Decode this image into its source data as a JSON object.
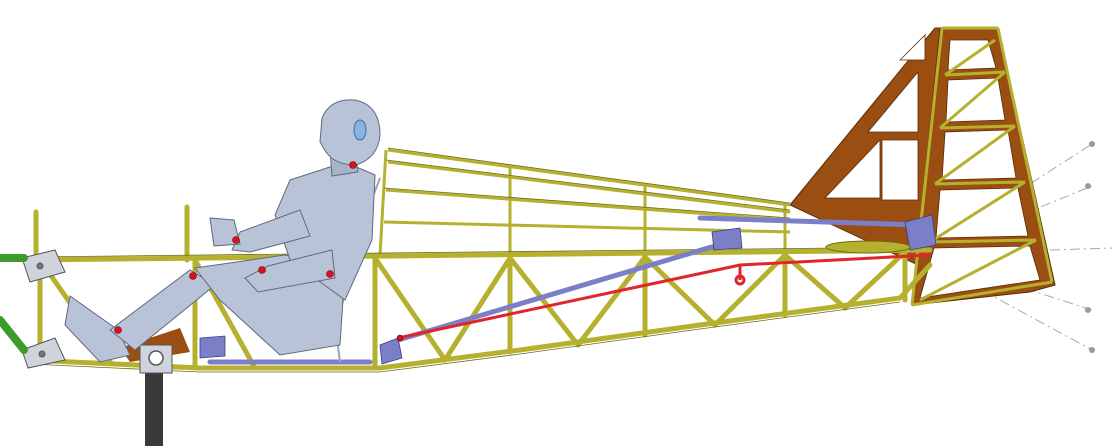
{
  "scene": {
    "description_visible_text": "",
    "colors": {
      "background": "#ffffff",
      "frame_tube": "#b5b12f",
      "frame_tube_dark": "#6e6a14",
      "control_rod": "#7b7fc8",
      "control_cable": "#e0262b",
      "tail_wood": "#9a4e12",
      "pilot_body": "#b9c3d8",
      "pilot_shade": "#8994ad",
      "joint_marker": "#d4141a",
      "landing_gear": "#3d9a2c",
      "gear_leg": "#3a3a3a",
      "axis_line": "#a8a8a8"
    },
    "components": [
      "fuselage-truss",
      "turtle-deck-stringers",
      "vertical-fin",
      "rudder",
      "pilot-figure",
      "control-stick-linkage",
      "elevator-cable",
      "seat-back",
      "landing-gear-strut",
      "hinge-axis-lines"
    ]
  }
}
